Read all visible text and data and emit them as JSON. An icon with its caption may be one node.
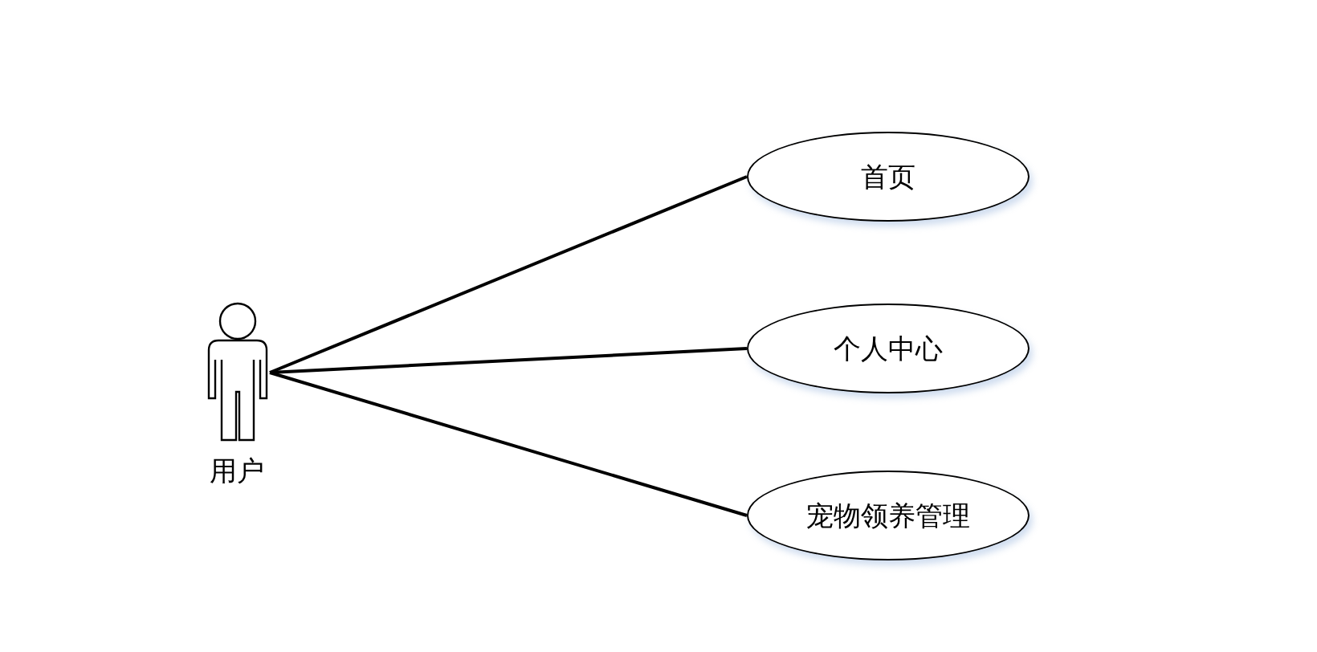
{
  "diagram": {
    "nodes": [
      {
        "text": [
          "用户"
        ]
      },
      {
        "text": [
          "首页"
        ]
      },
      {
        "text": [
          "个人中心"
        ]
      },
      {
        "text": [
          "宠物领养管理"
        ]
      }
    ],
    "edges": [
      {
        "from": 0,
        "to": 1,
        "arrow": "none"
      },
      {
        "from": 0,
        "to": 2,
        "arrow": "none"
      },
      {
        "from": 0,
        "to": 3,
        "arrow": "none"
      }
    ]
  }
}
